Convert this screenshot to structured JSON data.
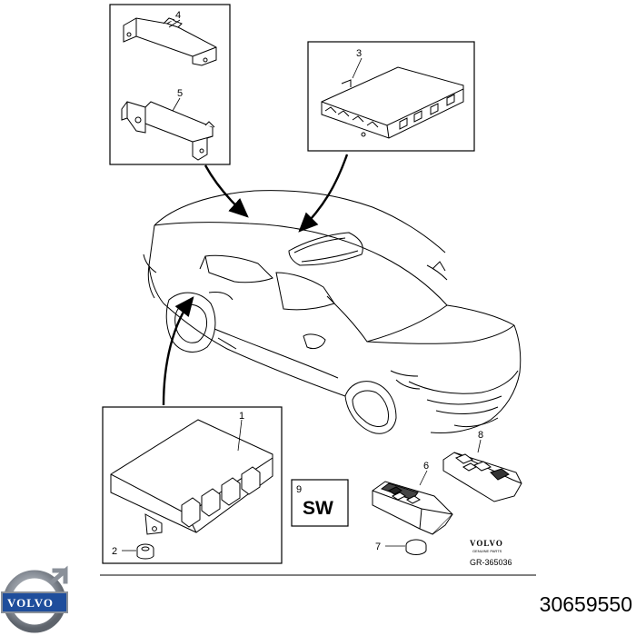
{
  "callouts": {
    "item_1": "1",
    "item_2": "2",
    "item_3": "3",
    "item_4": "4",
    "item_5": "5",
    "item_6": "6",
    "item_7": "7",
    "item_8": "8",
    "item_9": "9"
  },
  "sw_box": {
    "label": "SW"
  },
  "genuine_stamp": {
    "brand": "VOLVO",
    "subtext": "GENUINE PARTS"
  },
  "diagram_ref": "GR-365036",
  "logo": {
    "text": "VOLVO"
  },
  "part_number": "30659550",
  "colors": {
    "line": "#000000",
    "background": "#ffffff",
    "logo_blue": "#1f4e9c",
    "logo_steel": "#8a9099"
  }
}
